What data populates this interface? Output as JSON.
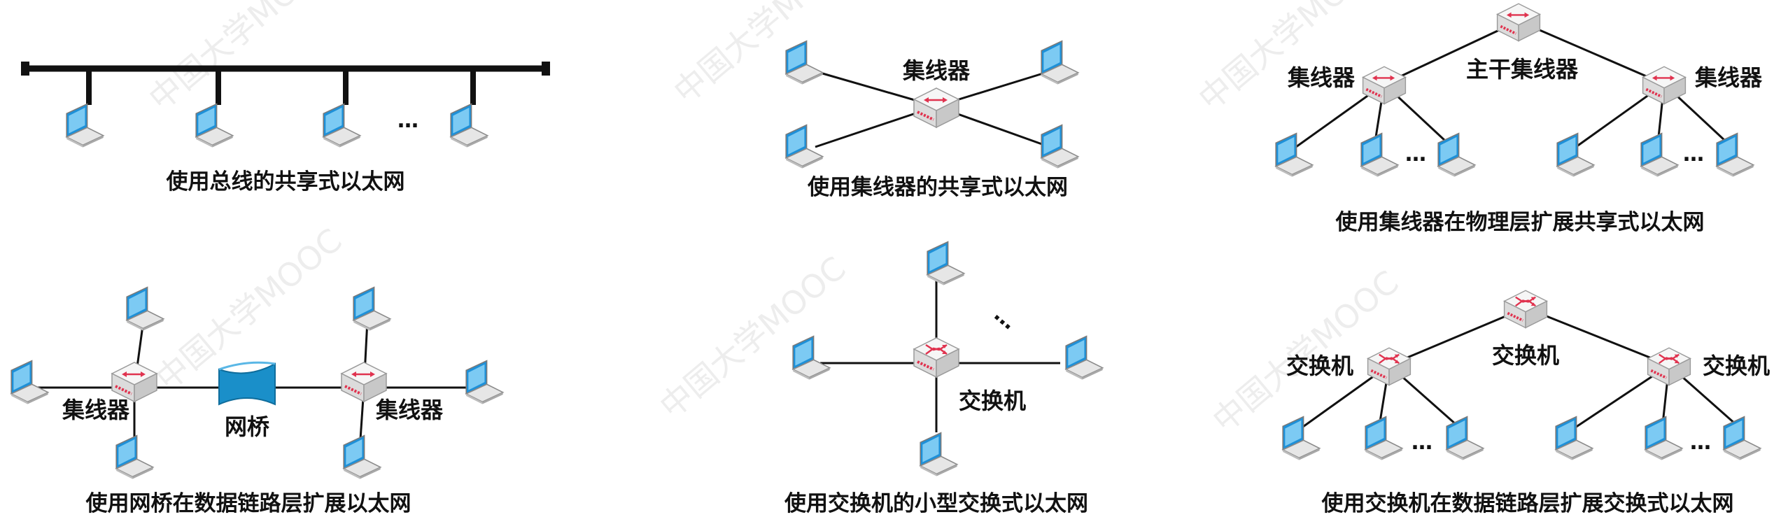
{
  "watermark": {
    "text": "中国大学MOOC"
  },
  "colors": {
    "line": "#111111",
    "laptop_screen": "#1e90d8",
    "laptop_body": "#e6e6e6",
    "device_body": "#e9e9e9",
    "device_arrow": "#e0334f",
    "bridge": "#1a8fc9"
  },
  "ellipsis": "…",
  "panels": {
    "bus": {
      "caption": "使用总线的共享式以太网"
    },
    "hub_star": {
      "caption": "使用集线器的共享式以太网",
      "hub_label": "集线器"
    },
    "hub_tree": {
      "caption": "使用集线器在物理层扩展共享式以太网",
      "top_label": "主干集线器",
      "left_label": "集线器",
      "right_label": "集线器"
    },
    "bridge": {
      "caption": "使用网桥在数据链路层扩展以太网",
      "left_label": "集线器",
      "right_label": "集线器",
      "bridge_label": "网桥"
    },
    "switch_star": {
      "caption": "使用交换机的小型交换式以太网",
      "switch_label": "交换机"
    },
    "switch_tree": {
      "caption": "使用交换机在数据链路层扩展交换式以太网",
      "top_label": "交换机",
      "left_label": "交换机",
      "right_label": "交换机"
    }
  }
}
